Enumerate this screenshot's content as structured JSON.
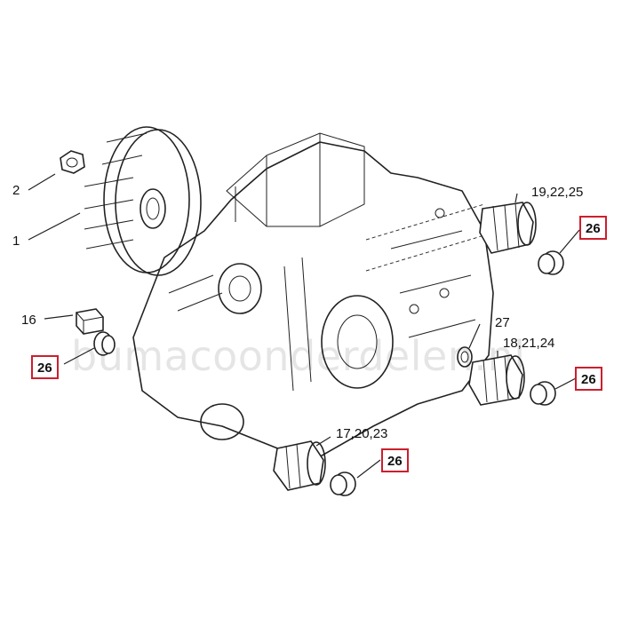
{
  "diagram": {
    "callouts": {
      "c1": "1",
      "c2": "2",
      "c16": "16",
      "c26_left": "26",
      "c19_22_25": "19,22,25",
      "c26_top_right": "26",
      "c27": "27",
      "c18_21_24": "18,21,24",
      "c26_mid_right": "26",
      "c17_20_23": "17,20,23",
      "c26_bottom": "26"
    },
    "highlight_color": "#cc1f2d",
    "watermark": "bumacoonderdelen.nl"
  }
}
